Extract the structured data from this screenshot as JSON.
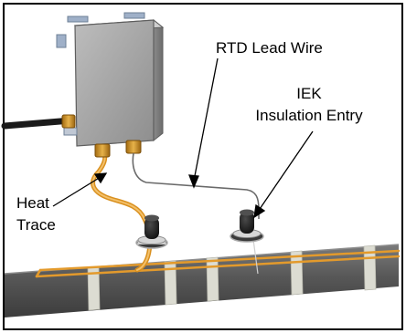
{
  "labels": {
    "rtd_lead_wire": "RTD Lead Wire",
    "iek_line1": "IEK",
    "iek_line2": "Insulation Entry",
    "heat_line1": "Heat",
    "heat_line2": "Trace"
  },
  "colors": {
    "border": "#000000",
    "heat_trace": "#e39a2c",
    "pipe": "#5a5a5a",
    "box": "#a8a8a8",
    "band": "#d9d9d0"
  },
  "icons": {
    "junction_box": "junction-box-icon",
    "pipe": "pipe-icon",
    "insulation_entry": "insulation-entry-kit-icon"
  }
}
